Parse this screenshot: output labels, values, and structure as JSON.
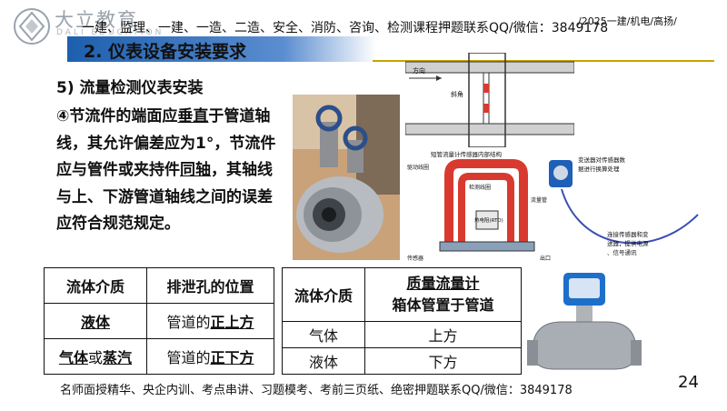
{
  "header": {
    "brand": "大立教育",
    "brand_sub": "DALI EDUCATION",
    "ticker": "一建、监理、一建、一造、二造、安全、消防、咨询、检测课程押题联系QQ/微信：3849178",
    "year_tag": "/2025一建/机电/高扬/"
  },
  "title": "2. 仪表设备安装要求",
  "section": "5) 流量检测仪表安装",
  "paragraph": {
    "p1": "④节流件的端面应",
    "p2": "垂直",
    "p3": "于管道轴线，其允许偏差应为1°，节流件应与管件或夹持件",
    "p4": "同轴",
    "p5": "，其轴线与上、下游管道轴线之间的误差应符合规范规定。"
  },
  "table1": {
    "headers": [
      "流体介质",
      "排泄孔的位置"
    ],
    "rows": [
      {
        "medium": "液体",
        "pos_a": "管道的",
        "pos_b": "正上方"
      },
      {
        "medium_a": "气体",
        "medium_or": "或",
        "medium_b": "蒸汽",
        "pos_a": "管道的",
        "pos_b": "正下方"
      }
    ]
  },
  "table2": {
    "header_medium": "流体介质",
    "header_line1": "质量流量计",
    "header_line2": "箱体管置于管道",
    "rows": [
      {
        "medium": "气体",
        "pos": "上方"
      },
      {
        "medium": "液体",
        "pos": "下方"
      }
    ]
  },
  "diagram": {
    "flow_label": "方向",
    "angle_label": "斜角",
    "mid_title": "短管流量计传感器内部结构",
    "label_drive": "驱动线圈",
    "label_tube": "检测线圈",
    "label_temp": "热电阻(RTD)",
    "label_fluid": "流量管",
    "label_sensor": "传感器",
    "label_out": "出口",
    "transmitter_note1": "变送器对传感器数",
    "transmitter_note2": "据进行换算处理",
    "transmitter_note3": "连接传感器和变",
    "transmitter_note4": "送器，提供电源",
    "transmitter_note5": "、信号通讯"
  },
  "footer": "名师面授精华、央企内训、考点串讲、习题模考、考前三页纸、绝密押题联系QQ/微信：3849178",
  "page_number": "24",
  "colors": {
    "title_bar": "#1d5fae",
    "accent_line": "#c8a400",
    "flow_tube": "#d93a2f"
  }
}
